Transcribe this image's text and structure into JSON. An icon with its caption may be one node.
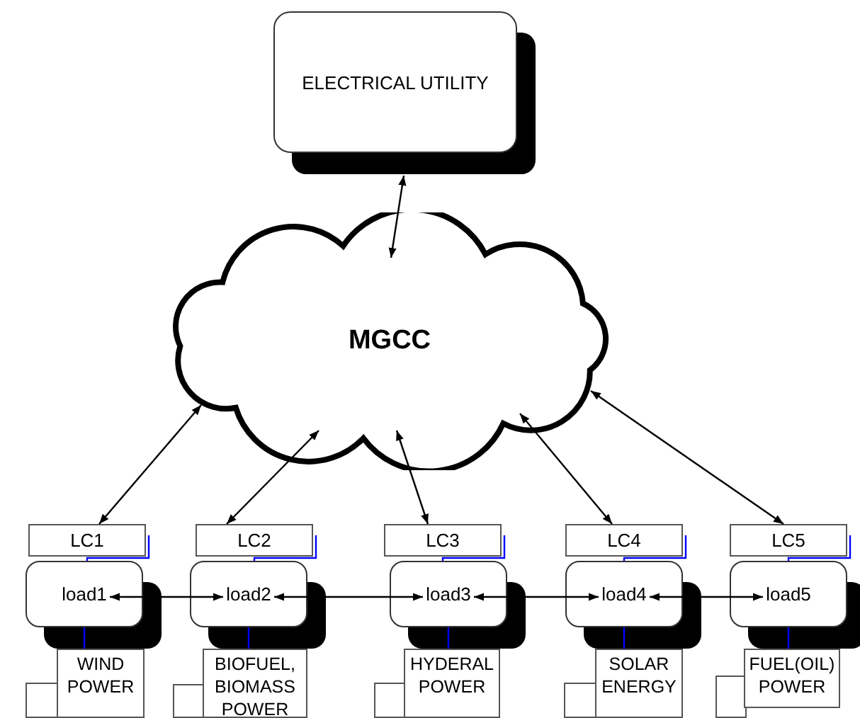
{
  "diagram": {
    "nodes": [
      {
        "text": [
          "ELECTRICAL UTILITY"
        ]
      },
      {
        "text": [
          "MGCC"
        ]
      },
      {
        "text": [
          "LC1"
        ]
      },
      {
        "text": [
          "LC2"
        ]
      },
      {
        "text": [
          "LC3"
        ]
      },
      {
        "text": [
          "LC4"
        ]
      },
      {
        "text": [
          "LC5"
        ]
      },
      {
        "text": [
          "load1"
        ]
      },
      {
        "text": [
          "load2"
        ]
      },
      {
        "text": [
          "load3"
        ]
      },
      {
        "text": [
          "load4"
        ]
      },
      {
        "text": [
          "load5"
        ]
      },
      {
        "text": [
          "WIND POWER"
        ]
      },
      {
        "text": [
          "BIOFUEL, BIOMASS POWER"
        ]
      },
      {
        "text": [
          "HYDERAL POWER"
        ]
      },
      {
        "text": [
          "SOLAR ENERGY"
        ]
      },
      {
        "text": [
          "FUEL(OIL) POWER"
        ]
      }
    ],
    "edges": [
      {
        "from": 0,
        "to": 1,
        "arrow": "both"
      },
      {
        "from": 1,
        "to": 2,
        "arrow": "both"
      },
      {
        "from": 1,
        "to": 3,
        "arrow": "both"
      },
      {
        "from": 1,
        "to": 4,
        "arrow": "both"
      },
      {
        "from": 1,
        "to": 5,
        "arrow": "both"
      },
      {
        "from": 1,
        "to": 6,
        "arrow": "both"
      },
      {
        "from": 7,
        "to": 8,
        "arrow": "both"
      },
      {
        "from": 8,
        "to": 9,
        "arrow": "both"
      },
      {
        "from": 9,
        "to": 10,
        "arrow": "both"
      },
      {
        "from": 10,
        "to": 11,
        "arrow": "both"
      },
      {
        "from": 2,
        "to": 7,
        "arrow": "none",
        "color": "#0000ff"
      },
      {
        "from": 3,
        "to": 8,
        "arrow": "none",
        "color": "#0000ff"
      },
      {
        "from": 4,
        "to": 9,
        "arrow": "none",
        "color": "#0000ff"
      },
      {
        "from": 5,
        "to": 10,
        "arrow": "none",
        "color": "#0000ff"
      },
      {
        "from": 6,
        "to": 11,
        "arrow": "none",
        "color": "#0000ff"
      },
      {
        "from": 7,
        "to": 12,
        "arrow": "none",
        "color": "#0000ff"
      },
      {
        "from": 8,
        "to": 13,
        "arrow": "none",
        "color": "#0000ff"
      },
      {
        "from": 9,
        "to": 14,
        "arrow": "none",
        "color": "#0000ff"
      },
      {
        "from": 10,
        "to": 15,
        "arrow": "none",
        "color": "#0000ff"
      },
      {
        "from": 11,
        "to": 16,
        "arrow": "none",
        "color": "#0000ff"
      }
    ]
  }
}
